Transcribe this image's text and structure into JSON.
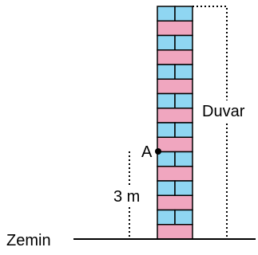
{
  "diagram": {
    "wall_label": "Duvar",
    "ground_label": "Zemin",
    "point_label": "A",
    "height_label": "3 m"
  },
  "colors": {
    "brick_blue": "#8fd6f2",
    "brick_pink": "#f0a6bf",
    "mortar": "#000000",
    "line": "#000000"
  },
  "wall": {
    "courses": 16,
    "pattern": "alternating two-half blue row, one full pink row"
  }
}
